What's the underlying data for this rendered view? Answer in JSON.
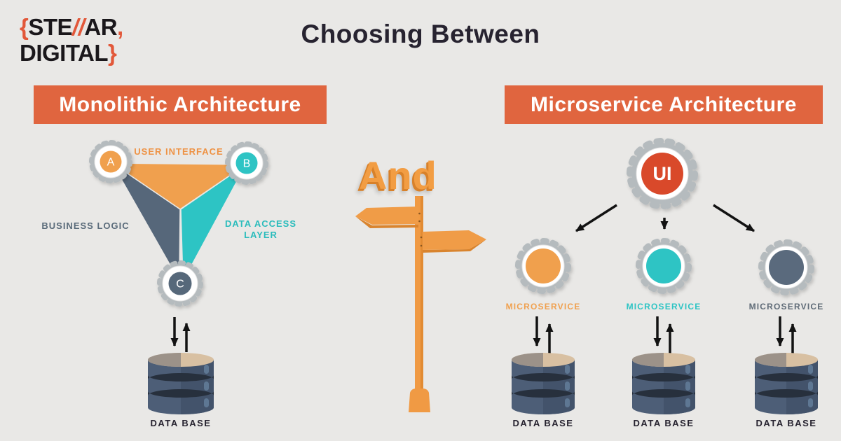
{
  "logo": {
    "brace_open": "{",
    "line1_a": "STE",
    "slashes": "//",
    "line1_b": "AR",
    "comma": ",",
    "line2": "DIGITAL",
    "brace_close": "}"
  },
  "title": "Choosing Between",
  "left": {
    "banner": "Monolithic Architecture",
    "user_interface_label": "USER INTERFACE",
    "business_logic_label": "BUSINESS LOGIC",
    "data_access_label_line1": "DATA ACCESS",
    "data_access_label_line2": "LAYER",
    "gear_a": "A",
    "gear_b": "B",
    "gear_c": "C",
    "database_label": "DATA BASE"
  },
  "center": {
    "connector_word": "And"
  },
  "right": {
    "banner": "Microservice Architecture",
    "ui_gear_label": "UI",
    "services": [
      {
        "label": "MICROSERVICE",
        "color": "#f0a04e"
      },
      {
        "label": "MICROSERVICE",
        "color": "#2dc4c4"
      },
      {
        "label": "MICROSERVICE",
        "color": "#5a6b7d"
      }
    ],
    "database_labels": [
      "DATA BASE",
      "DATA BASE",
      "DATA BASE"
    ]
  },
  "colors": {
    "background": "#e9e8e6",
    "banner_orange": "#e0653f",
    "orange": "#f0a04e",
    "teal": "#2dc4c4",
    "slate": "#56677a",
    "ui_red": "#d9482a",
    "gear_gray": "#b5bbbe",
    "signpost_orange": "#f09c47",
    "signpost_shadow": "#d9842e",
    "db_body_light": "#4d5e77",
    "db_body_dark": "#43536b",
    "db_top_tan": "#d8c0a2",
    "db_top_gray": "#9c9289",
    "text_dark": "#272330"
  }
}
